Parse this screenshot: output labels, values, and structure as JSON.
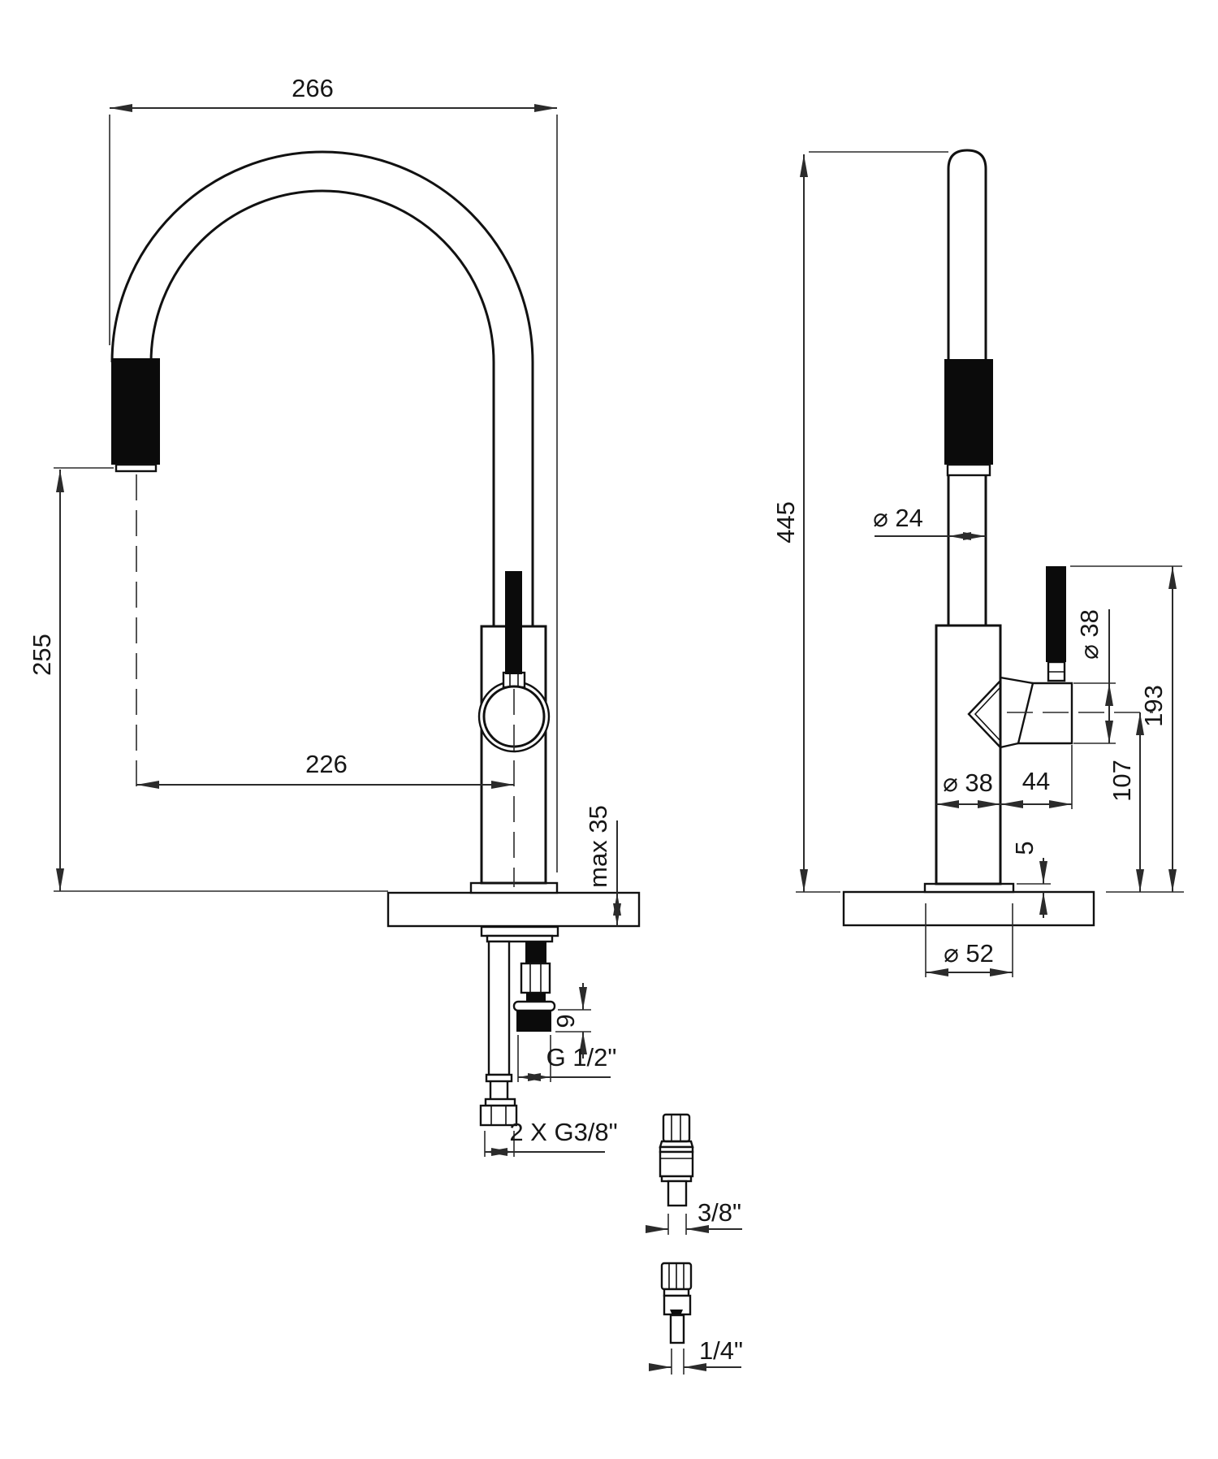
{
  "drawing": {
    "type": "faucet installation dimensional drawing",
    "views": [
      "front view",
      "side view",
      "hose fittings"
    ]
  },
  "colors": {
    "line": "#111111",
    "dimension_line": "#2b2b2b",
    "countertop_fill": "#dbe3eb",
    "component_fill": "#0b0b0b"
  },
  "front": {
    "w266": "266",
    "h255": "255",
    "r226": "226",
    "max35": "max 35",
    "t9": "9",
    "g12": "G 1/2\"",
    "g38": "2 X G3/8\""
  },
  "side": {
    "h445": "445",
    "d24": "⌀ 24",
    "d38_handle": "⌀ 38",
    "h193": "193",
    "d38_body": "⌀ 38",
    "w44": "44",
    "h107": "107",
    "p5": "5",
    "d52": "⌀ 52"
  },
  "fittings": {
    "f38": "3/8\"",
    "f14": "1/4\""
  }
}
